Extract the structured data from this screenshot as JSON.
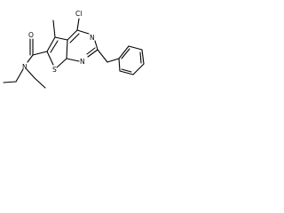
{
  "molecule": {
    "atoms": {
      "chlorine": "Cl",
      "oxygen": "O",
      "amide_nitrogen": "N",
      "ring_nitrogen_top": "N",
      "ring_nitrogen_bottom": "N",
      "sulfur": "S"
    }
  }
}
